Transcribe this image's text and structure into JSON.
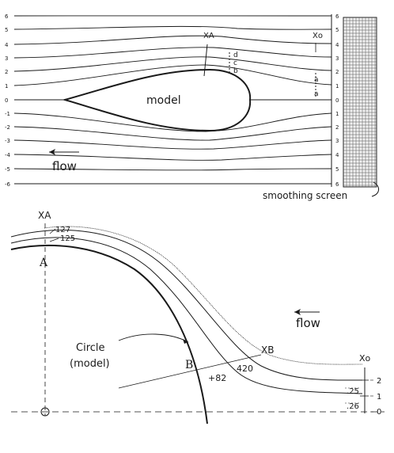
{
  "top_panel": {
    "left_line_labels": [
      "6",
      "5",
      "4",
      "3",
      "2",
      "1",
      "0",
      "-1",
      "-2",
      "-3",
      "-4",
      "-5",
      "-6"
    ],
    "right_line_labels": [
      "6",
      "5",
      "4",
      "3",
      "2",
      "1",
      "0",
      "1",
      "2",
      "3",
      "4",
      "5",
      "6"
    ],
    "model_label": "model",
    "flow_label": "flow",
    "screen_label": "smoothing screen",
    "xa_label": "XA",
    "xo_label": "Xo",
    "marks": [
      "d",
      "c",
      "b"
    ],
    "a_marks": [
      "a",
      "a"
    ]
  },
  "bottom_panel": {
    "xa_label": "XA",
    "xb_label": "XB",
    "xo_label": "Xo",
    "point_a": "A",
    "point_b": "B",
    "val_127": "127",
    "val_125": "125",
    "val_420": "420",
    "val_82": "+82",
    "val_25": "25",
    "val_26": "26",
    "circle_label_1": "Circle",
    "circle_label_2": "(model)",
    "flow_label": "flow",
    "scale": [
      "2",
      "1",
      "0"
    ]
  }
}
